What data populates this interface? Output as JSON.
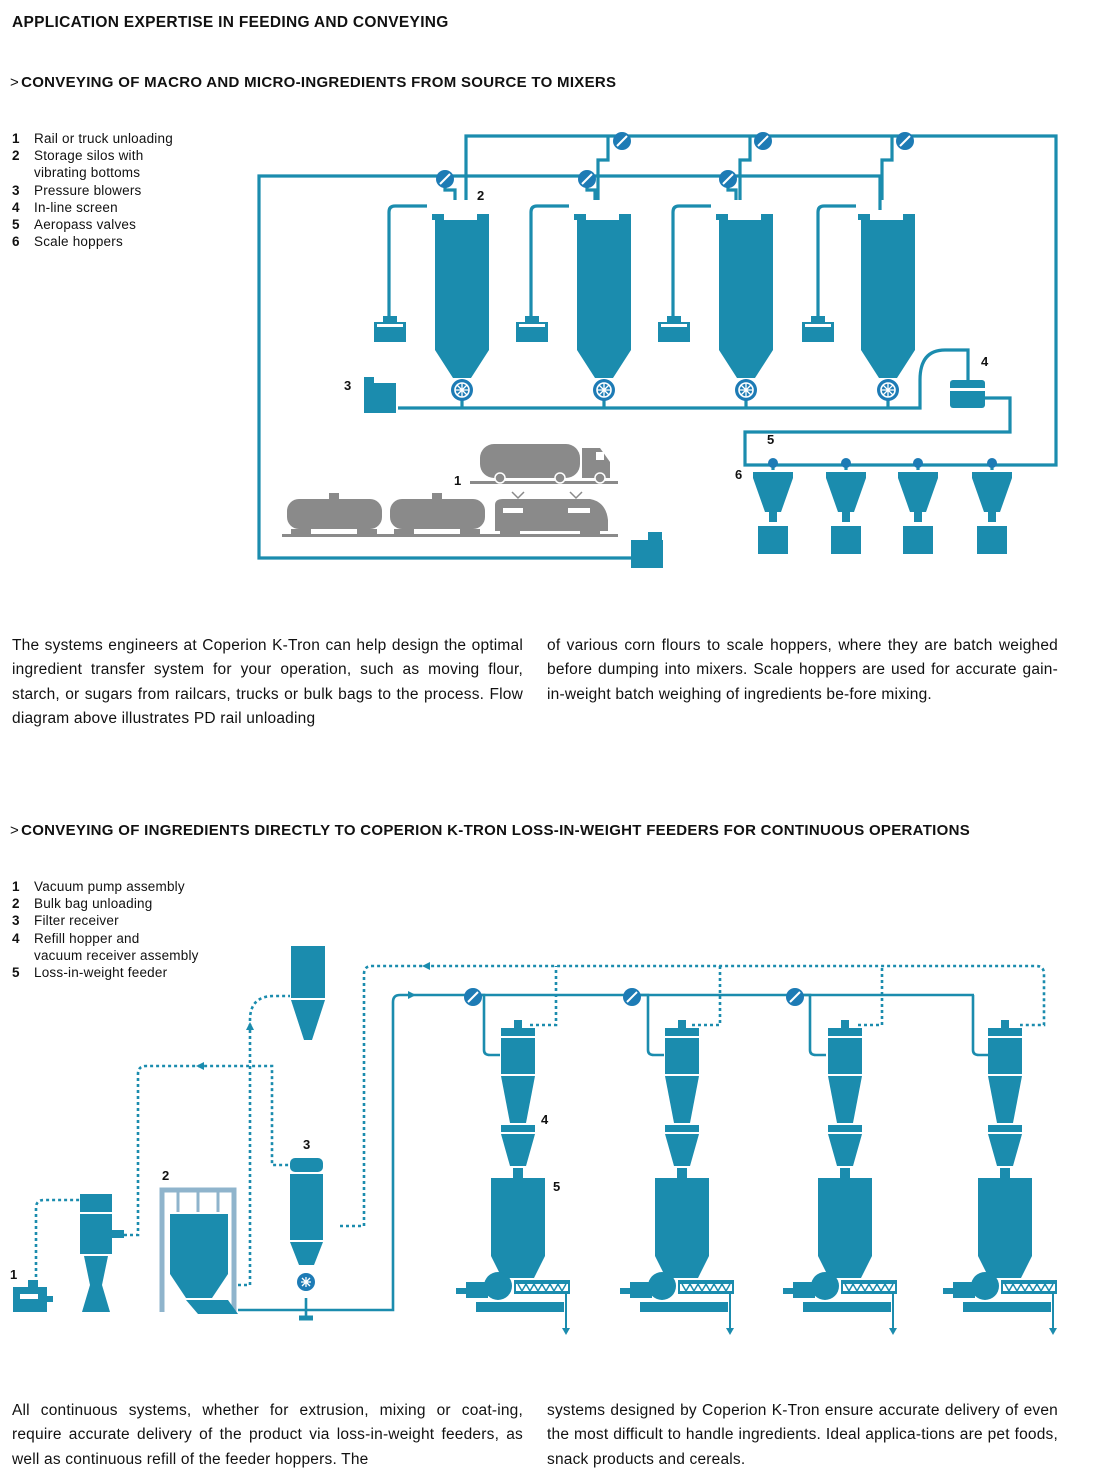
{
  "page": {
    "title": "APPLICATION EXPERTISE IN FEEDING AND CONVEYING"
  },
  "colors": {
    "equipment": "#1b8cae",
    "valve": "#1d7bb5",
    "vehicles": "#8a8a8a",
    "frame": "#8fb4cc"
  },
  "section1": {
    "marker": ">",
    "heading": "CONVEYING OF MACRO AND MICRO-INGREDIENTS FROM SOURCE TO MIXERS",
    "legend": [
      {
        "num": "1",
        "text": "Rail or truck unloading"
      },
      {
        "num": "2",
        "text": "Storage silos with"
      },
      {
        "num": "",
        "text": "vibrating bottoms"
      },
      {
        "num": "3",
        "text": "Pressure blowers"
      },
      {
        "num": "4",
        "text": "In-line screen"
      },
      {
        "num": "5",
        "text": "Aeropass valves"
      },
      {
        "num": "6",
        "text": "Scale hoppers"
      }
    ],
    "callouts": {
      "c1": "1",
      "c2": "2",
      "c3": "3",
      "c4": "4",
      "c5": "5",
      "c6": "6"
    },
    "col1": "The systems engineers at Coperion K-Tron can help design the optimal ingredient transfer system for your operation, such as moving flour, starch, or sugars from railcars, trucks or bulk bags to the process. Flow diagram above illustrates PD rail unloading",
    "col2": "of various corn flours to scale hoppers, where they are batch weighed before dumping into mixers. Scale hoppers are used for accurate gain-in-weight batch weighing of ingredients be-fore mixing."
  },
  "section2": {
    "marker": ">",
    "heading": "CONVEYING OF INGREDIENTS DIRECTLY TO COPERION K-TRON LOSS-IN-WEIGHT FEEDERS FOR CONTINUOUS OPERATIONS",
    "legend": [
      {
        "num": "1",
        "text": "Vacuum pump assembly"
      },
      {
        "num": "2",
        "text": "Bulk bag unloading"
      },
      {
        "num": "3",
        "text": "Filter receiver"
      },
      {
        "num": "4",
        "text": "Refill hopper and"
      },
      {
        "num": "",
        "text": "vacuum receiver assembly"
      },
      {
        "num": "5",
        "text": "Loss-in-weight feeder"
      }
    ],
    "callouts": {
      "c1": "1",
      "c2": "2",
      "c3": "3",
      "c4": "4",
      "c5": "5"
    },
    "col1": "All continuous systems, whether for extrusion, mixing or coat-ing, require accurate delivery of the product via loss-in-weight feeders, as well as continuous refill of the feeder hoppers. The",
    "col2": "systems designed by Coperion K-Tron ensure accurate delivery of even the most difficult to handle ingredients. Ideal applica-tions are pet foods, snack products and cereals."
  }
}
